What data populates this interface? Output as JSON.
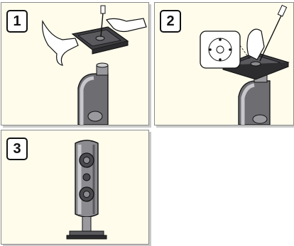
{
  "steps": [
    {
      "number": "1"
    },
    {
      "number": "2"
    },
    {
      "number": "3"
    }
  ],
  "colors": {
    "panel_bg": "#fffcec",
    "speaker_body": "#6e6e72",
    "speaker_highlight": "#c8c8cc",
    "outline": "#111111"
  },
  "icons": [
    "hand-icon",
    "screw-icon",
    "screwdriver-icon",
    "stand-base-icon",
    "speaker-column-icon"
  ]
}
